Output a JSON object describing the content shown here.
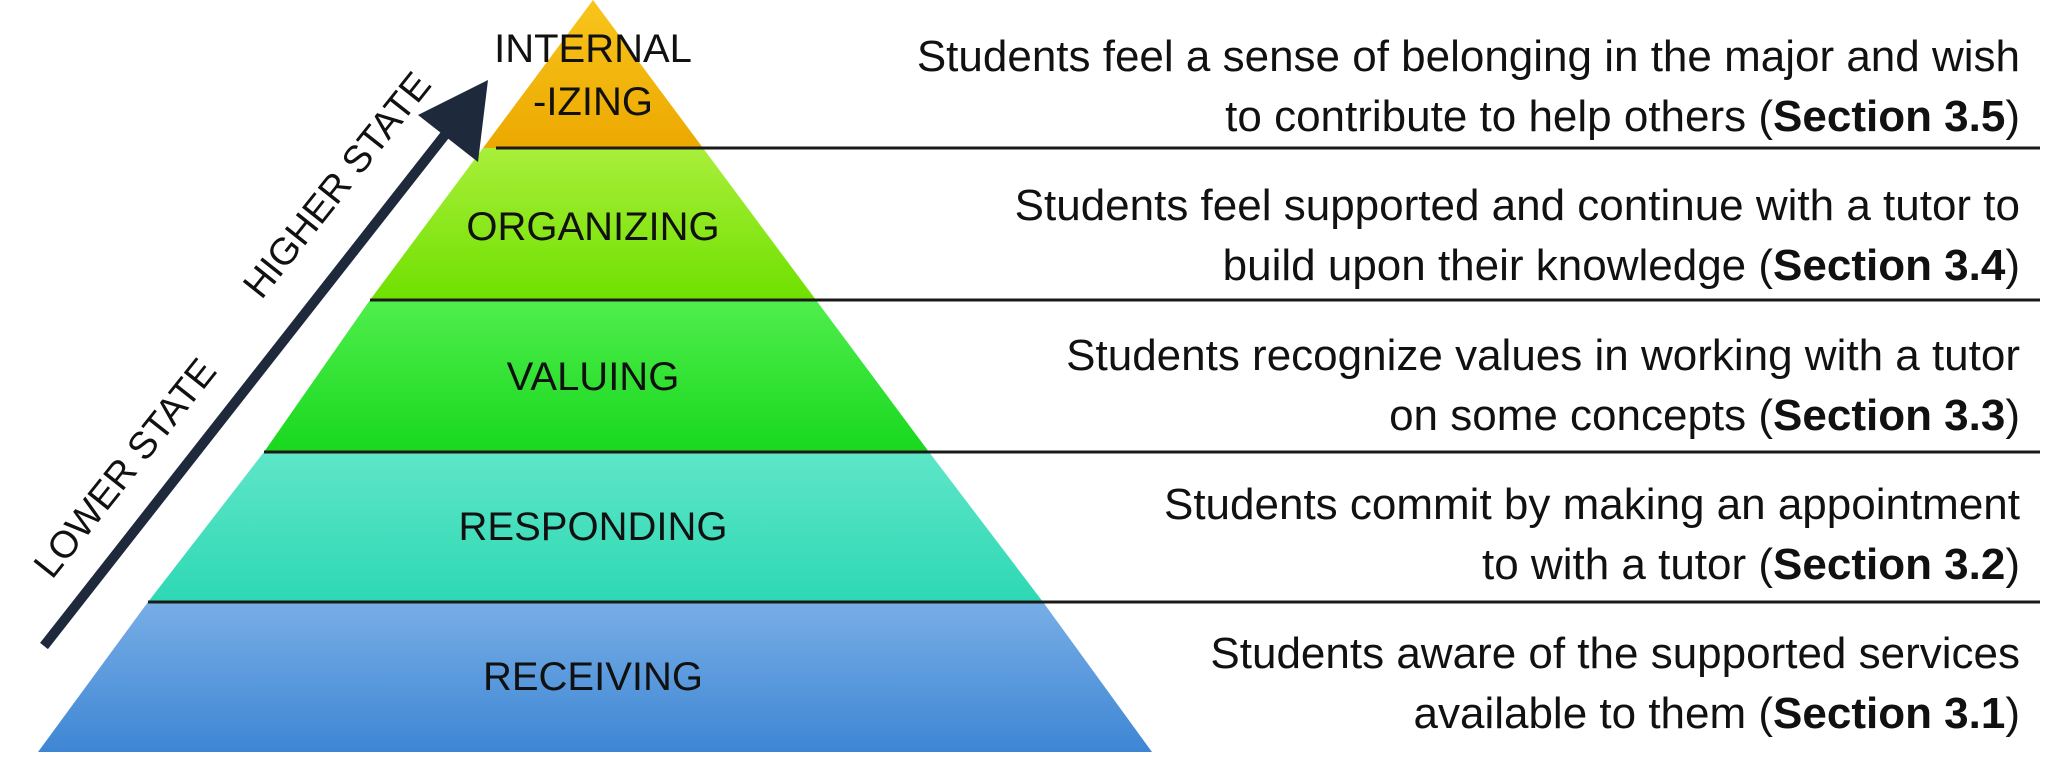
{
  "arrow": {
    "lower_label": "LOWER STATE",
    "higher_label": "HIGHER STATE"
  },
  "levels": [
    {
      "name_line1": "INTERNAL",
      "name_line2": "-IZING",
      "desc_line1": "Students feel a sense of belonging in the major and wish",
      "desc_line2_pre": "to contribute to help others (",
      "section": "Section 3.5",
      "close": ")"
    },
    {
      "name": "ORGANIZING",
      "desc_line1": "Students feel supported and continue with a tutor to",
      "desc_line2_pre": "build upon their knowledge (",
      "section": "Section 3.4",
      "close": ")"
    },
    {
      "name": "VALUING",
      "desc_line1": "Students recognize values in working with a tutor",
      "desc_line2_pre": "on some concepts (",
      "section": "Section 3.3",
      "close": ")"
    },
    {
      "name": "RESPONDING",
      "desc_line1": "Students commit by making an appointment",
      "desc_line2_pre": "to with a tutor (",
      "section": "Section 3.2",
      "close": ")"
    },
    {
      "name": "RECEIVING",
      "desc_line1": "Students aware of the supported services",
      "desc_line2_pre": "available to them (",
      "section": "Section 3.1",
      "close": ")"
    }
  ],
  "colors": {
    "internalizing_top": "#f8c51c",
    "internalizing_bottom": "#eca800",
    "organizing_top": "#a9ef3a",
    "organizing_bottom": "#6fe000",
    "valuing_top": "#50ee4c",
    "valuing_bottom": "#18d81e",
    "responding_top": "#5ee6c8",
    "responding_bottom": "#2ed8b4",
    "receiving_top": "#78aee6",
    "receiving_bottom": "#3e86d4",
    "arrow": "#1e2a3c",
    "divider": "#1a1a1a"
  }
}
